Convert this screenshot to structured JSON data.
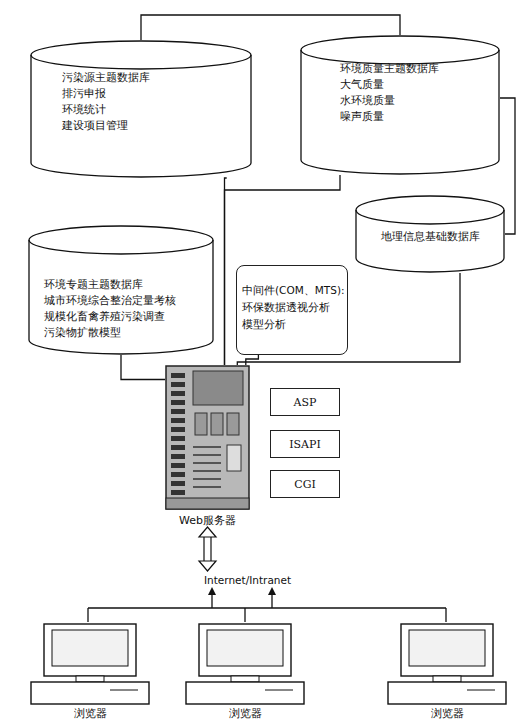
{
  "diagram": {
    "nodes": [
      {
        "text": [
          "污染源主题数据库",
          "排污申报",
          "环境统计",
          "建设项目管理"
        ]
      },
      {
        "text": [
          "环境质量主题数据库",
          "大气质量",
          "水环境质量",
          "噪声质量"
        ]
      },
      {
        "text": [
          "地理信息基础数据库"
        ]
      },
      {
        "text": [
          "环境专题主题数据库",
          "城市环境综合整治定量考核",
          "规模化畜禽养殖污染调查",
          "污染物扩散模型"
        ]
      },
      {
        "text": [
          "中间件(COM、MTS):",
          "环保数据透视分析",
          "模型分析"
        ]
      },
      {
        "text": [
          "Web服务器"
        ]
      },
      {
        "text": [
          "ASP"
        ]
      },
      {
        "text": [
          "ISAPI"
        ]
      },
      {
        "text": [
          "CGI"
        ]
      },
      {
        "text": [
          "浏览器"
        ]
      },
      {
        "text": [
          "浏览器"
        ]
      },
      {
        "text": [
          "浏览器"
        ]
      }
    ],
    "edges": [
      {
        "from": 0,
        "to": 1,
        "arrow": "none"
      },
      {
        "from": 1,
        "to": 2,
        "arrow": "none"
      },
      {
        "from": 2,
        "to": 5,
        "arrow": "none"
      },
      {
        "from": 0,
        "to": 5,
        "arrow": "none"
      },
      {
        "from": 1,
        "to": 5,
        "arrow": "none"
      },
      {
        "from": 3,
        "to": 5,
        "arrow": "none"
      },
      {
        "from": 4,
        "to": 5,
        "arrow": "none"
      }
    ],
    "labels": [
      "Internet/Intranet"
    ]
  }
}
